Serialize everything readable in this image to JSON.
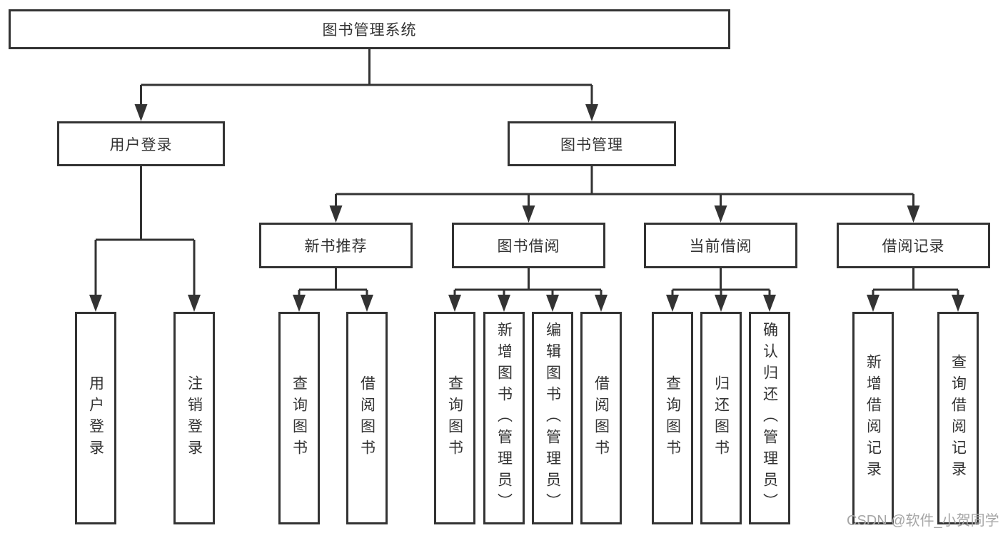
{
  "diagram": {
    "title": "图书管理系统",
    "root": {
      "label": "图书管理系统"
    },
    "branches": {
      "user_login": {
        "label": "用户登录",
        "children": [
          "用户登录",
          "注销登录"
        ]
      },
      "book_management": {
        "label": "图书管理",
        "children": {
          "new_book_recommend": {
            "label": "新书推荐",
            "children": [
              "查询图书",
              "借阅图书"
            ]
          },
          "book_borrow": {
            "label": "图书借阅",
            "children": [
              "查询图书",
              "新增图书（管理员）",
              "编辑图书（管理员）",
              "借阅图书"
            ]
          },
          "current_borrow": {
            "label": "当前借阅",
            "children": [
              "查询图书",
              "归还图书",
              "确认归还（管理员）"
            ]
          },
          "borrow_records": {
            "label": "借阅记录",
            "children": [
              "新增借阅记录",
              "查询借阅记录"
            ]
          }
        }
      }
    }
  },
  "watermark": {
    "text": "CSDN @软件_小贺同学"
  },
  "colors": {
    "line": "#333333",
    "text": "#333333",
    "background": "#ffffff",
    "watermark": "#a6a6a6"
  }
}
